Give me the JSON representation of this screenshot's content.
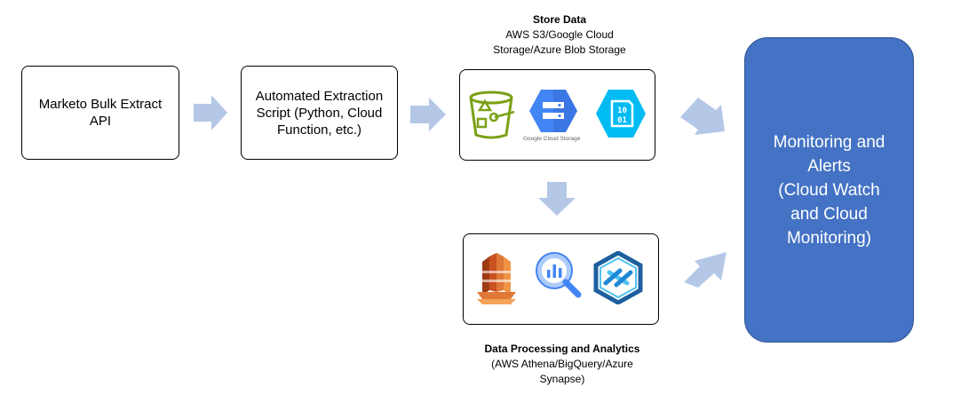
{
  "nodes": {
    "marketo": {
      "line1": "Marketo Bulk Extract",
      "line2": "API"
    },
    "extraction": {
      "line1": "Automated Extraction",
      "line2": "Script (Python, Cloud",
      "line3": "Function, etc.)"
    },
    "monitoring": {
      "line1": "Monitoring and",
      "line2": "Alerts",
      "line3": "(Cloud Watch",
      "line4": "and Cloud",
      "line5": "Monitoring)"
    }
  },
  "store": {
    "title": "Store Data",
    "line1": "AWS S3/Google Cloud",
    "line2": "Storage/Azure Blob Storage",
    "icons": [
      "aws-s3-icon",
      "google-cloud-storage-icon",
      "azure-blob-storage-icon"
    ],
    "gcs_label": "Google Cloud Storage"
  },
  "processing": {
    "title": "Data Processing and Analytics",
    "line1": "(AWS Athena/BigQuery/Azure",
    "line2": "Synapse)",
    "icons": [
      "aws-athena-icon",
      "bigquery-icon",
      "azure-synapse-icon"
    ]
  },
  "colors": {
    "arrow": "#b4c7e7",
    "monitor_fill": "#4472c4",
    "s3_green": "#7aa116",
    "gcp_blue": "#4285f4",
    "azure_cyan": "#00bcf2",
    "athena_orange": "#c7511f"
  }
}
